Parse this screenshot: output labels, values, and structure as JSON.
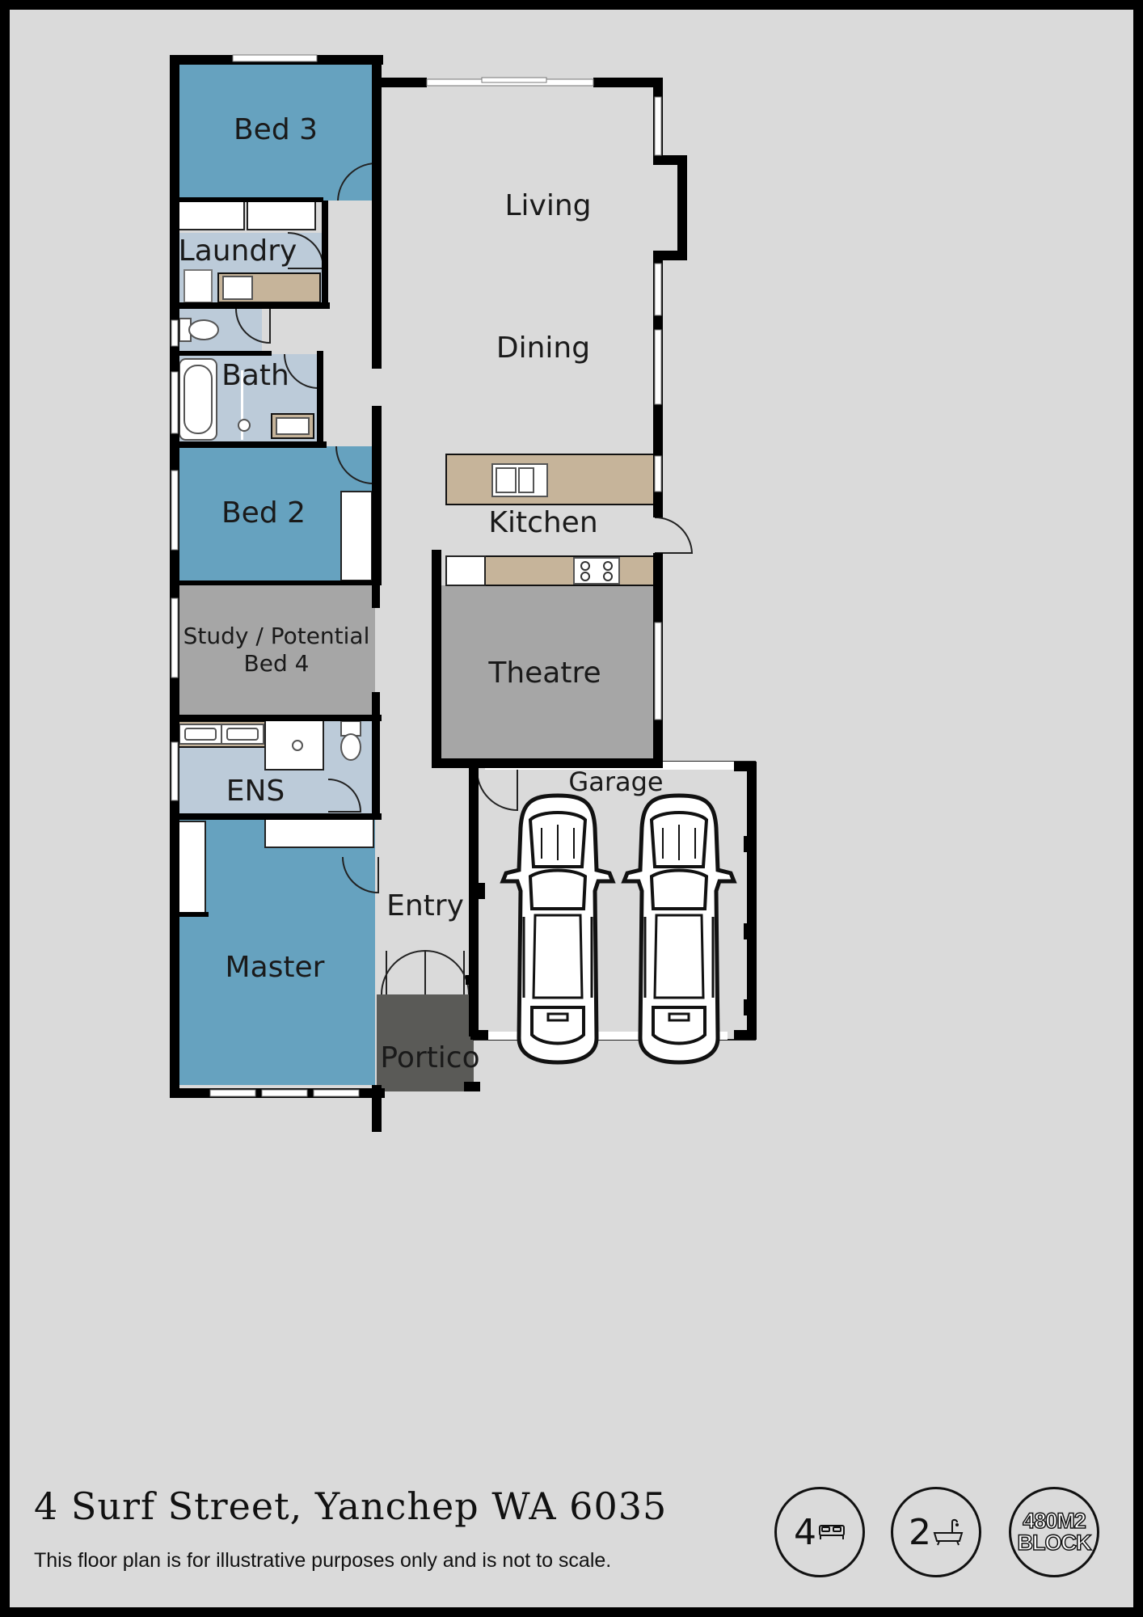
{
  "rooms": {
    "bed3": "Bed 3",
    "laundry": "Laundry",
    "bath": "Bath",
    "bed2": "Bed 2",
    "study_line1": "Study / Potential",
    "study_line2": "Bed 4",
    "ens": "ENS",
    "master": "Master",
    "living": "Living",
    "dining": "Dining",
    "kitchen": "Kitchen",
    "theatre": "Theatre",
    "garage": "Garage",
    "entry": "Entry",
    "portico": "Portico"
  },
  "footer": {
    "address": "4 Surf Street, Yanchep WA 6035",
    "disclaimer": "This floor plan is for illustrative purposes only and is not to scale."
  },
  "badges": {
    "bedrooms": "4",
    "bathrooms": "2",
    "block_line1": "480M2",
    "block_line2": "BLOCK"
  },
  "icons": {
    "bed": "bed-icon",
    "bath": "bathtub-icon",
    "car": "car-icon",
    "toilet": "toilet-icon",
    "sink": "sink-icon",
    "cooktop": "cooktop-icon"
  },
  "colors": {
    "bedroom": "#66a2bf",
    "wet_area": "#bccbd9",
    "study_theatre": "#a6a6a6",
    "benchtop": "#c6b49a",
    "portico": "#5a5a57",
    "background": "#dadada",
    "wall": "#000000"
  }
}
